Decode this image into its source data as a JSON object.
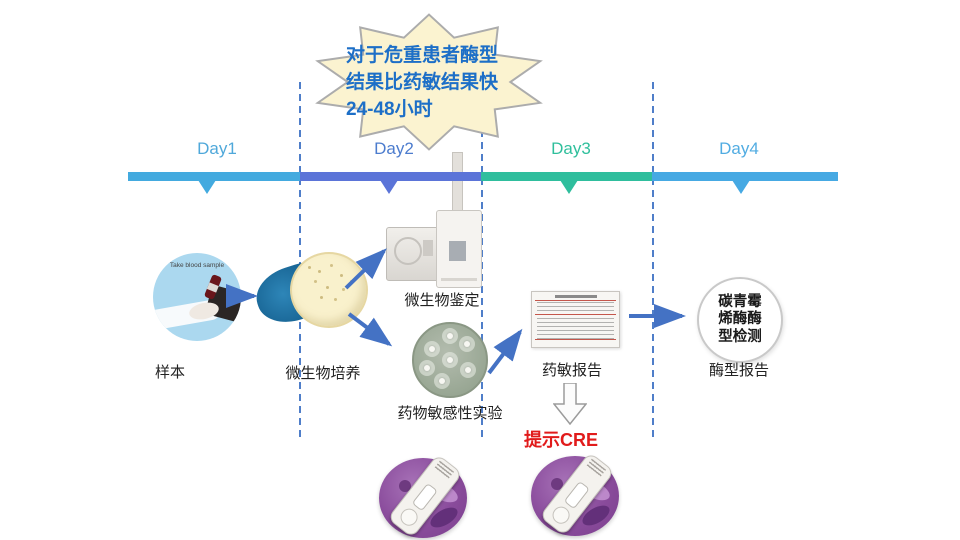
{
  "badge": {
    "lines": [
      "对于危重患者酶型",
      "结果比药敏结果快",
      "24-48小时"
    ],
    "fill": "#FBF3D0",
    "border_color": "#ACACAC",
    "text_color": "#1D6FC7"
  },
  "timeline": {
    "divider_color": "#4F7EC9",
    "days": [
      {
        "label": "Day1",
        "label_color": "#4FA8DA",
        "bar_color": "#43AADF"
      },
      {
        "label": "Day2",
        "label_color": "#4C7CCE",
        "bar_color": "#5B74D8"
      },
      {
        "label": "Day3",
        "label_color": "#2FBF9C",
        "bar_color": "#2FBE9D"
      },
      {
        "label": "Day4",
        "label_color": "#51ACE2",
        "bar_color": "#46A9E3"
      }
    ]
  },
  "flow": {
    "arrow_color": "#4472C4",
    "steps": {
      "sample": {
        "label": "样本",
        "caption": "Take blood sample"
      },
      "culture": {
        "label": "微生物培养"
      },
      "identification": {
        "label": "微生物鉴定"
      },
      "susceptibility": {
        "label": "药物敏感性实验"
      },
      "ast_report": {
        "label": "药敏报告"
      },
      "enzyme_circle": {
        "lines": [
          "碳青霉",
          "烯酶酶",
          "型检测"
        ]
      },
      "enzyme_report": {
        "label": "酶型报告"
      }
    },
    "cre_alert": {
      "label": "提示CRE",
      "color": "#E11B1B"
    }
  }
}
